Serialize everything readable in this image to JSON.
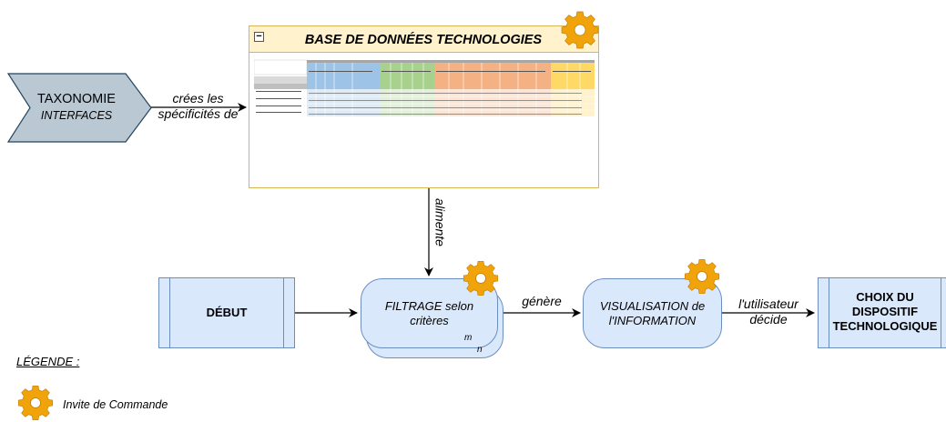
{
  "taxonomy": {
    "line1": "TAXONOMIE",
    "line2": "INTERFACES"
  },
  "edges": {
    "cree_line1": "crées les",
    "cree_line2": "spécificités de",
    "alimente": "alimente",
    "genere": "génère",
    "decide_line1": "l'utilisateur",
    "decide_line2": "décide"
  },
  "database": {
    "title": "BASE DE DONNÉES TECHNOLOGIES",
    "collapse_symbol": "−"
  },
  "debut": {
    "label": "DÉBUT"
  },
  "filtrage": {
    "line1": "FILTRAGE selon",
    "line2": "critères",
    "multiplicity_m": "m",
    "multiplicity_n": "n"
  },
  "visualisation": {
    "line1": "VISUALISATION de",
    "line2": "l'INFORMATION"
  },
  "choix": {
    "line1": "CHOIX DU",
    "line2": "DISPOSITIF",
    "line3": "TECHNOLOGIQUE"
  },
  "legend": {
    "title": "LÉGENDE :",
    "gear_label": "Invite de Commande"
  },
  "colors": {
    "process_fill": "#dae8fc",
    "process_stroke": "#6c8ebf",
    "db_fill": "#fff2cc",
    "db_stroke": "#d6b656",
    "taxonomy_fill": "#bac8d3",
    "taxonomy_stroke": "#23445d",
    "gear": "#f0a30a"
  }
}
